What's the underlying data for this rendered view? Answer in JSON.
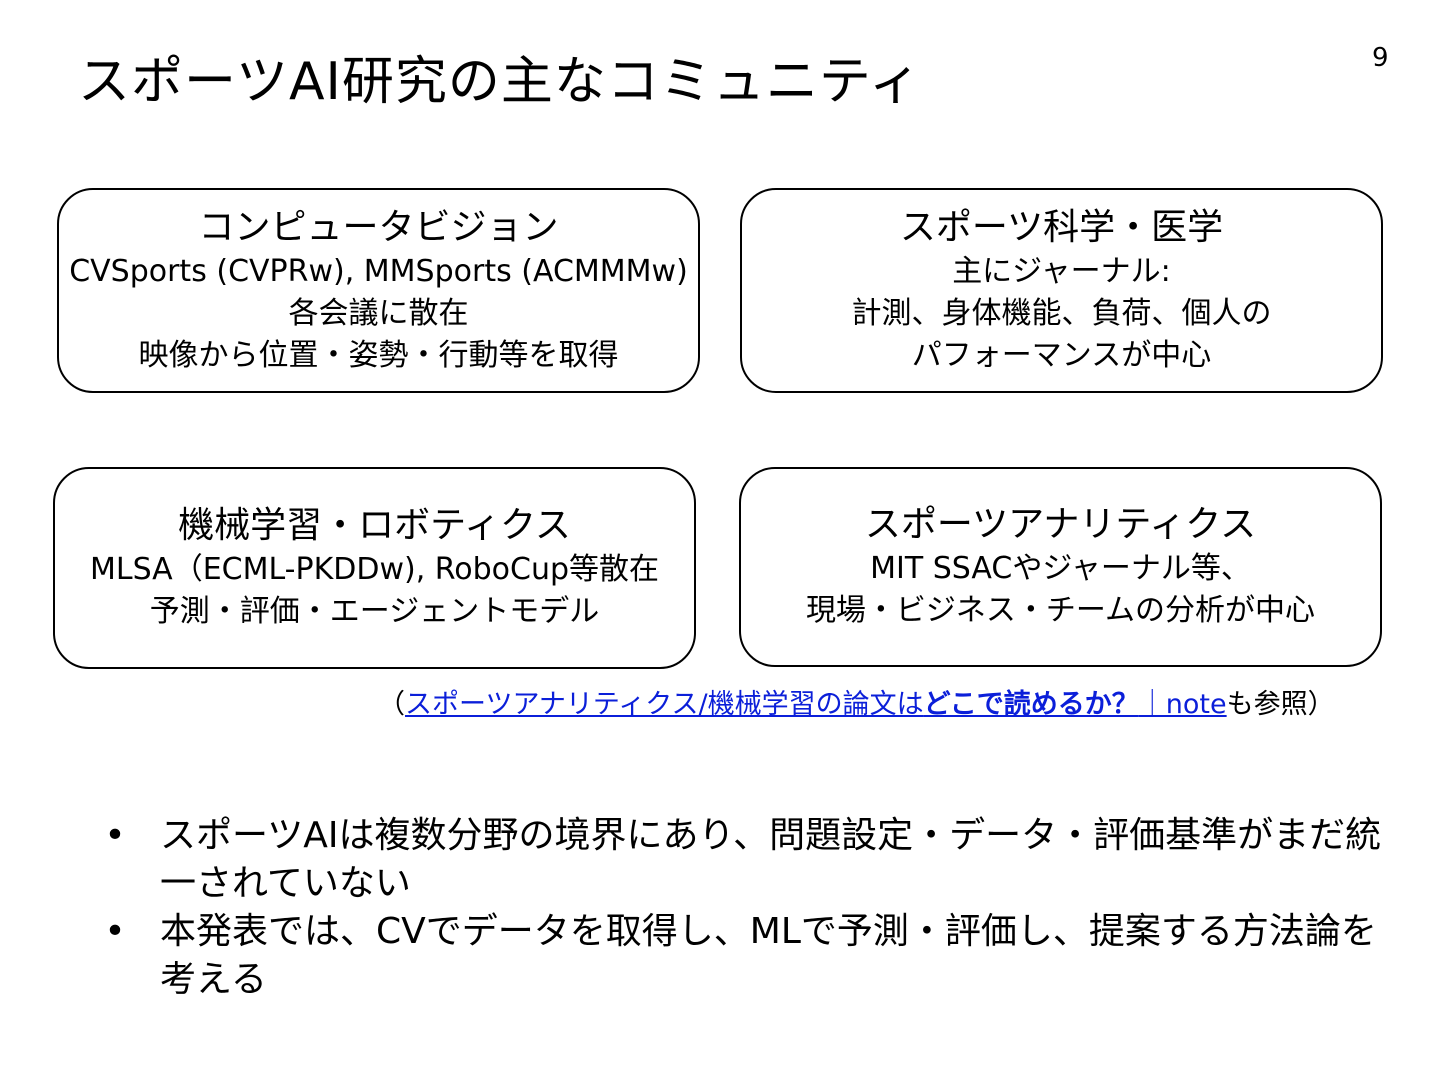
{
  "slide": {
    "title": "スポーツAI研究の主なコミュニティ",
    "page_number": "9"
  },
  "boxes": {
    "cv": {
      "title": "コンピュータビジョン",
      "lines": [
        "CVSports (CVPRw), MMSports (ACMMMw)",
        "各会議に散在",
        "映像から位置・姿勢・行動等を取得"
      ]
    },
    "sci": {
      "title": "スポーツ科学・医学",
      "lines": [
        "主にジャーナル:",
        "計測、身体機能、負荷、個人の",
        "パフォーマンスが中心"
      ]
    },
    "ml": {
      "title": "機械学習・ロボティクス",
      "lines": [
        "MLSA（ECML-PKDDw), RoboCup等散在",
        "予測・評価・エージェントモデル"
      ]
    },
    "ana": {
      "title": "スポーツアナリティクス",
      "lines": [
        "MIT SSACやジャーナル等、",
        "現場・ビジネス・チームの分析が中心"
      ]
    }
  },
  "reference": {
    "open_paren": "（",
    "link_text_plain": "スポーツアナリティクス/機械学習の論文は",
    "link_text_bold": "どこで読めるか？",
    "link_text_tail": "｜note",
    "suffix": "も参照）"
  },
  "bullets": [
    {
      "marker": "•",
      "text": "スポーツAIは複数分野の境界にあり、問題設定・データ・評価基準がまだ統一されていない"
    },
    {
      "marker": "•",
      "text": "本発表では、CVでデータを取得し、MLで予測・評価し、提案する方法論を考える"
    }
  ]
}
